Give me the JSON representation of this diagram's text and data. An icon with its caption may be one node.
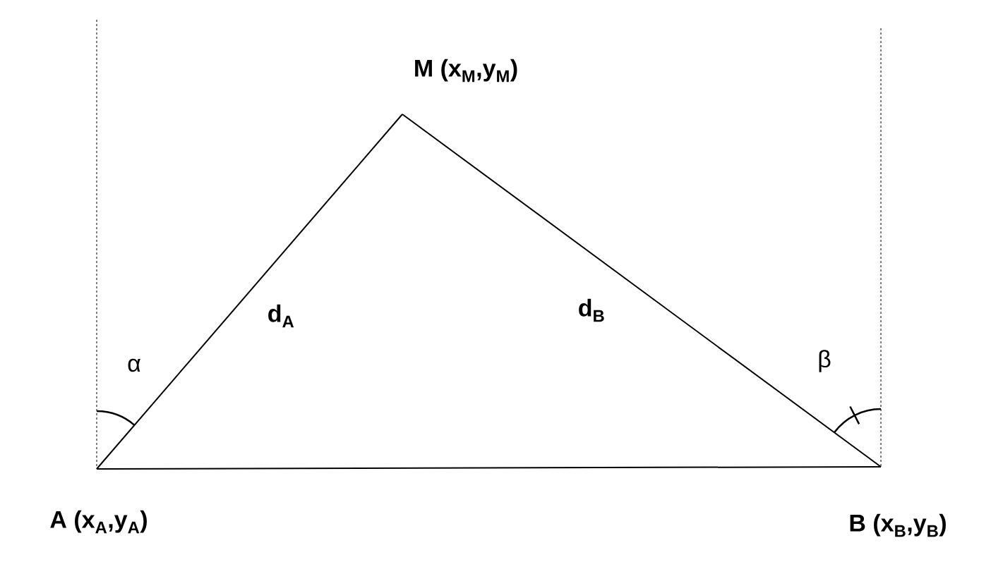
{
  "diagram": {
    "nodes": [
      {
        "text": [
          "M (x$_{M}$,y$_{M}$)"
        ]
      },
      {
        "text": [
          "A (x$_{A}$,y$_{A}$)"
        ]
      },
      {
        "text": [
          "B (x$_{B}$,y$_{B}$)"
        ]
      }
    ],
    "edges": [
      {
        "from": 1,
        "to": 0,
        "arrow": "none",
        "label": "d$_{A}$"
      },
      {
        "from": 0,
        "to": 2,
        "arrow": "none",
        "label": "d$_{B}$"
      },
      {
        "from": 1,
        "to": 2,
        "arrow": "none"
      }
    ],
    "labels": [
      "α",
      "β"
    ]
  }
}
